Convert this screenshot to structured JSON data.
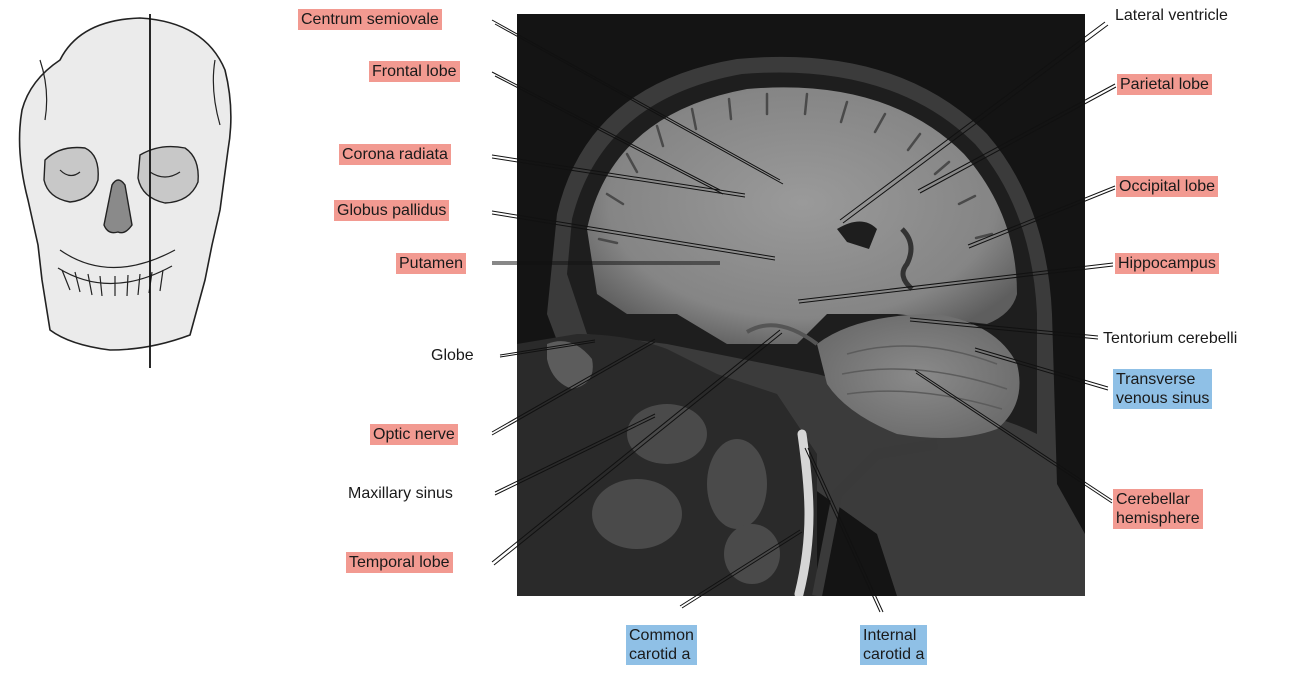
{
  "labels": {
    "centrum_semiovale": "Centrum semiovale",
    "frontal_lobe": "Frontal lobe",
    "corona_radiata": "Corona radiata",
    "globus_pallidus": "Globus pallidus",
    "putamen": "Putamen",
    "globe": "Globe",
    "optic_nerve": "Optic nerve",
    "maxillary_sinus": "Maxillary sinus",
    "temporal_lobe": "Temporal lobe",
    "lateral_ventricle": "Lateral ventricle",
    "parietal_lobe": "Parietal lobe",
    "occipital_lobe": "Occipital lobe",
    "hippocampus": "Hippocampus",
    "tentorium_cerebelli": "Tentorium cerebelli",
    "transverse_venous_sinus": "Transverse\nvenous sinus",
    "cerebellar_hemisphere": "Cerebellar\nhemisphere",
    "common_carotid": "Common\ncarotid a",
    "internal_carotid": "Internal\ncarotid a"
  },
  "colors": {
    "highlight_structure": "#f29a91",
    "highlight_vessel": "#8fc0e6",
    "leader_line": "#111111"
  }
}
